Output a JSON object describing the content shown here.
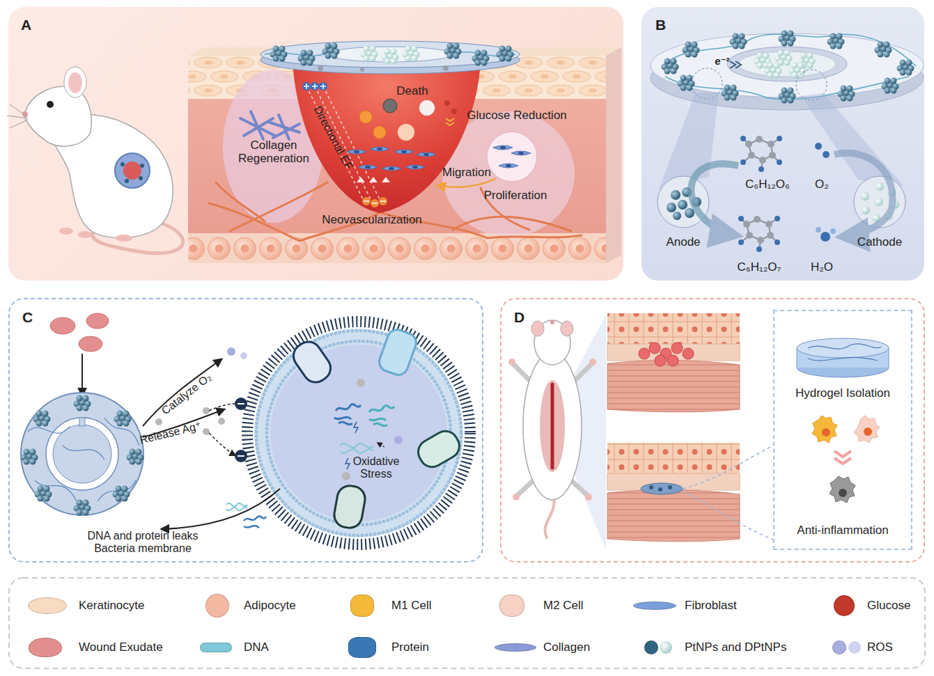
{
  "diagram": {
    "nodes": [
      {
        "text": [
          "A"
        ]
      },
      {
        "text": [
          "B"
        ]
      },
      {
        "text": [
          "Anode"
        ],
        "in": 1
      },
      {
        "text": [
          "Cathode"
        ],
        "in": 1
      },
      {
        "text": [
          "C"
        ]
      },
      {
        "text": [
          "D"
        ]
      },
      {
        "text": [
          "Hydrogel Isolation",
          "Anti-inflammation"
        ],
        "in": 5
      }
    ],
    "labels": [
      "Death",
      "Glucose Reduction",
      "Directional EF",
      "Collagen Regeneration",
      "Migration",
      "Proliferation",
      "Neovascularization",
      "e⁻²",
      "C₆H₁₂O₆",
      "O₂",
      "C₆H₁₂O₇",
      "H₂O",
      "Catalyze O₂",
      "Release Ag⁺",
      "Oxidative Stress",
      "DNA and protein leaks Bacteria membrane"
    ],
    "legend": [
      {
        "text": "Keratinocyte",
        "color": "#f8dcc2"
      },
      {
        "text": "Adipocyte",
        "color": "#f4b9a2"
      },
      {
        "text": "M1 Cell",
        "color": "#f5b93a"
      },
      {
        "text": "M2 Cell",
        "color": "#f7d2c4"
      },
      {
        "text": "Fibroblast",
        "color": "#7b9fd8"
      },
      {
        "text": "Glucose",
        "color": "#c0392b"
      },
      {
        "text": "Wound Exudate",
        "color": "#e38f8f"
      },
      {
        "text": "DNA",
        "color": "#7ec8d8"
      },
      {
        "text": "Protein",
        "color": "#3a78b5"
      },
      {
        "text": "Collagen",
        "color": "#8a9ad6"
      },
      {
        "text": "PtNPs and DPtNPs",
        "color": "#2f6482"
      },
      {
        "text": "ROS",
        "color": "#a9aee0"
      }
    ]
  }
}
